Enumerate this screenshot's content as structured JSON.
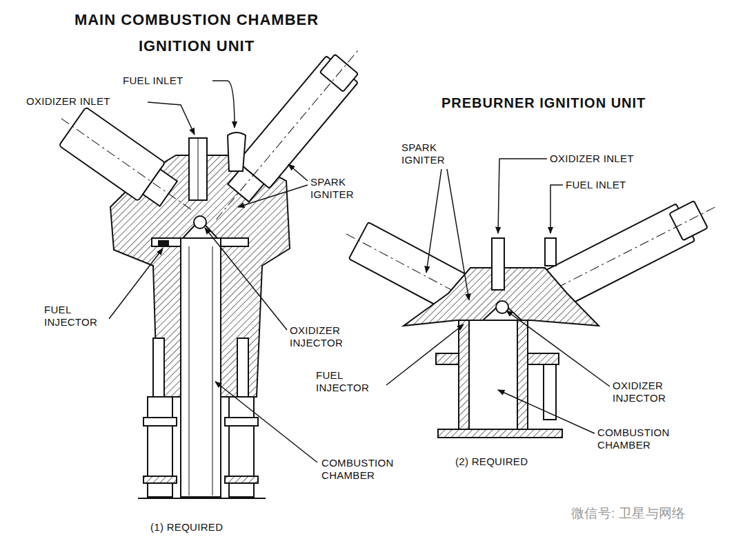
{
  "diagram": {
    "labels": [
      "MAIN COMBUSTION CHAMBER IGNITION UNIT",
      "FUEL INLET",
      "OXIDIZER INLET",
      "SPARK IGNITER",
      "FUEL INJECTOR",
      "OXIDIZER INJECTOR",
      "COMBUSTION CHAMBER",
      "(1) REQUIRED",
      "PREBURNER IGNITION UNIT",
      "SPARK IGNITER",
      "OXIDIZER INLET",
      "FUEL INLET",
      "FUEL INJECTOR",
      "OXIDIZER INJECTOR",
      "COMBUSTION CHAMBER",
      "(2) REQUIRED",
      "微信号: 卫星与网络"
    ]
  }
}
